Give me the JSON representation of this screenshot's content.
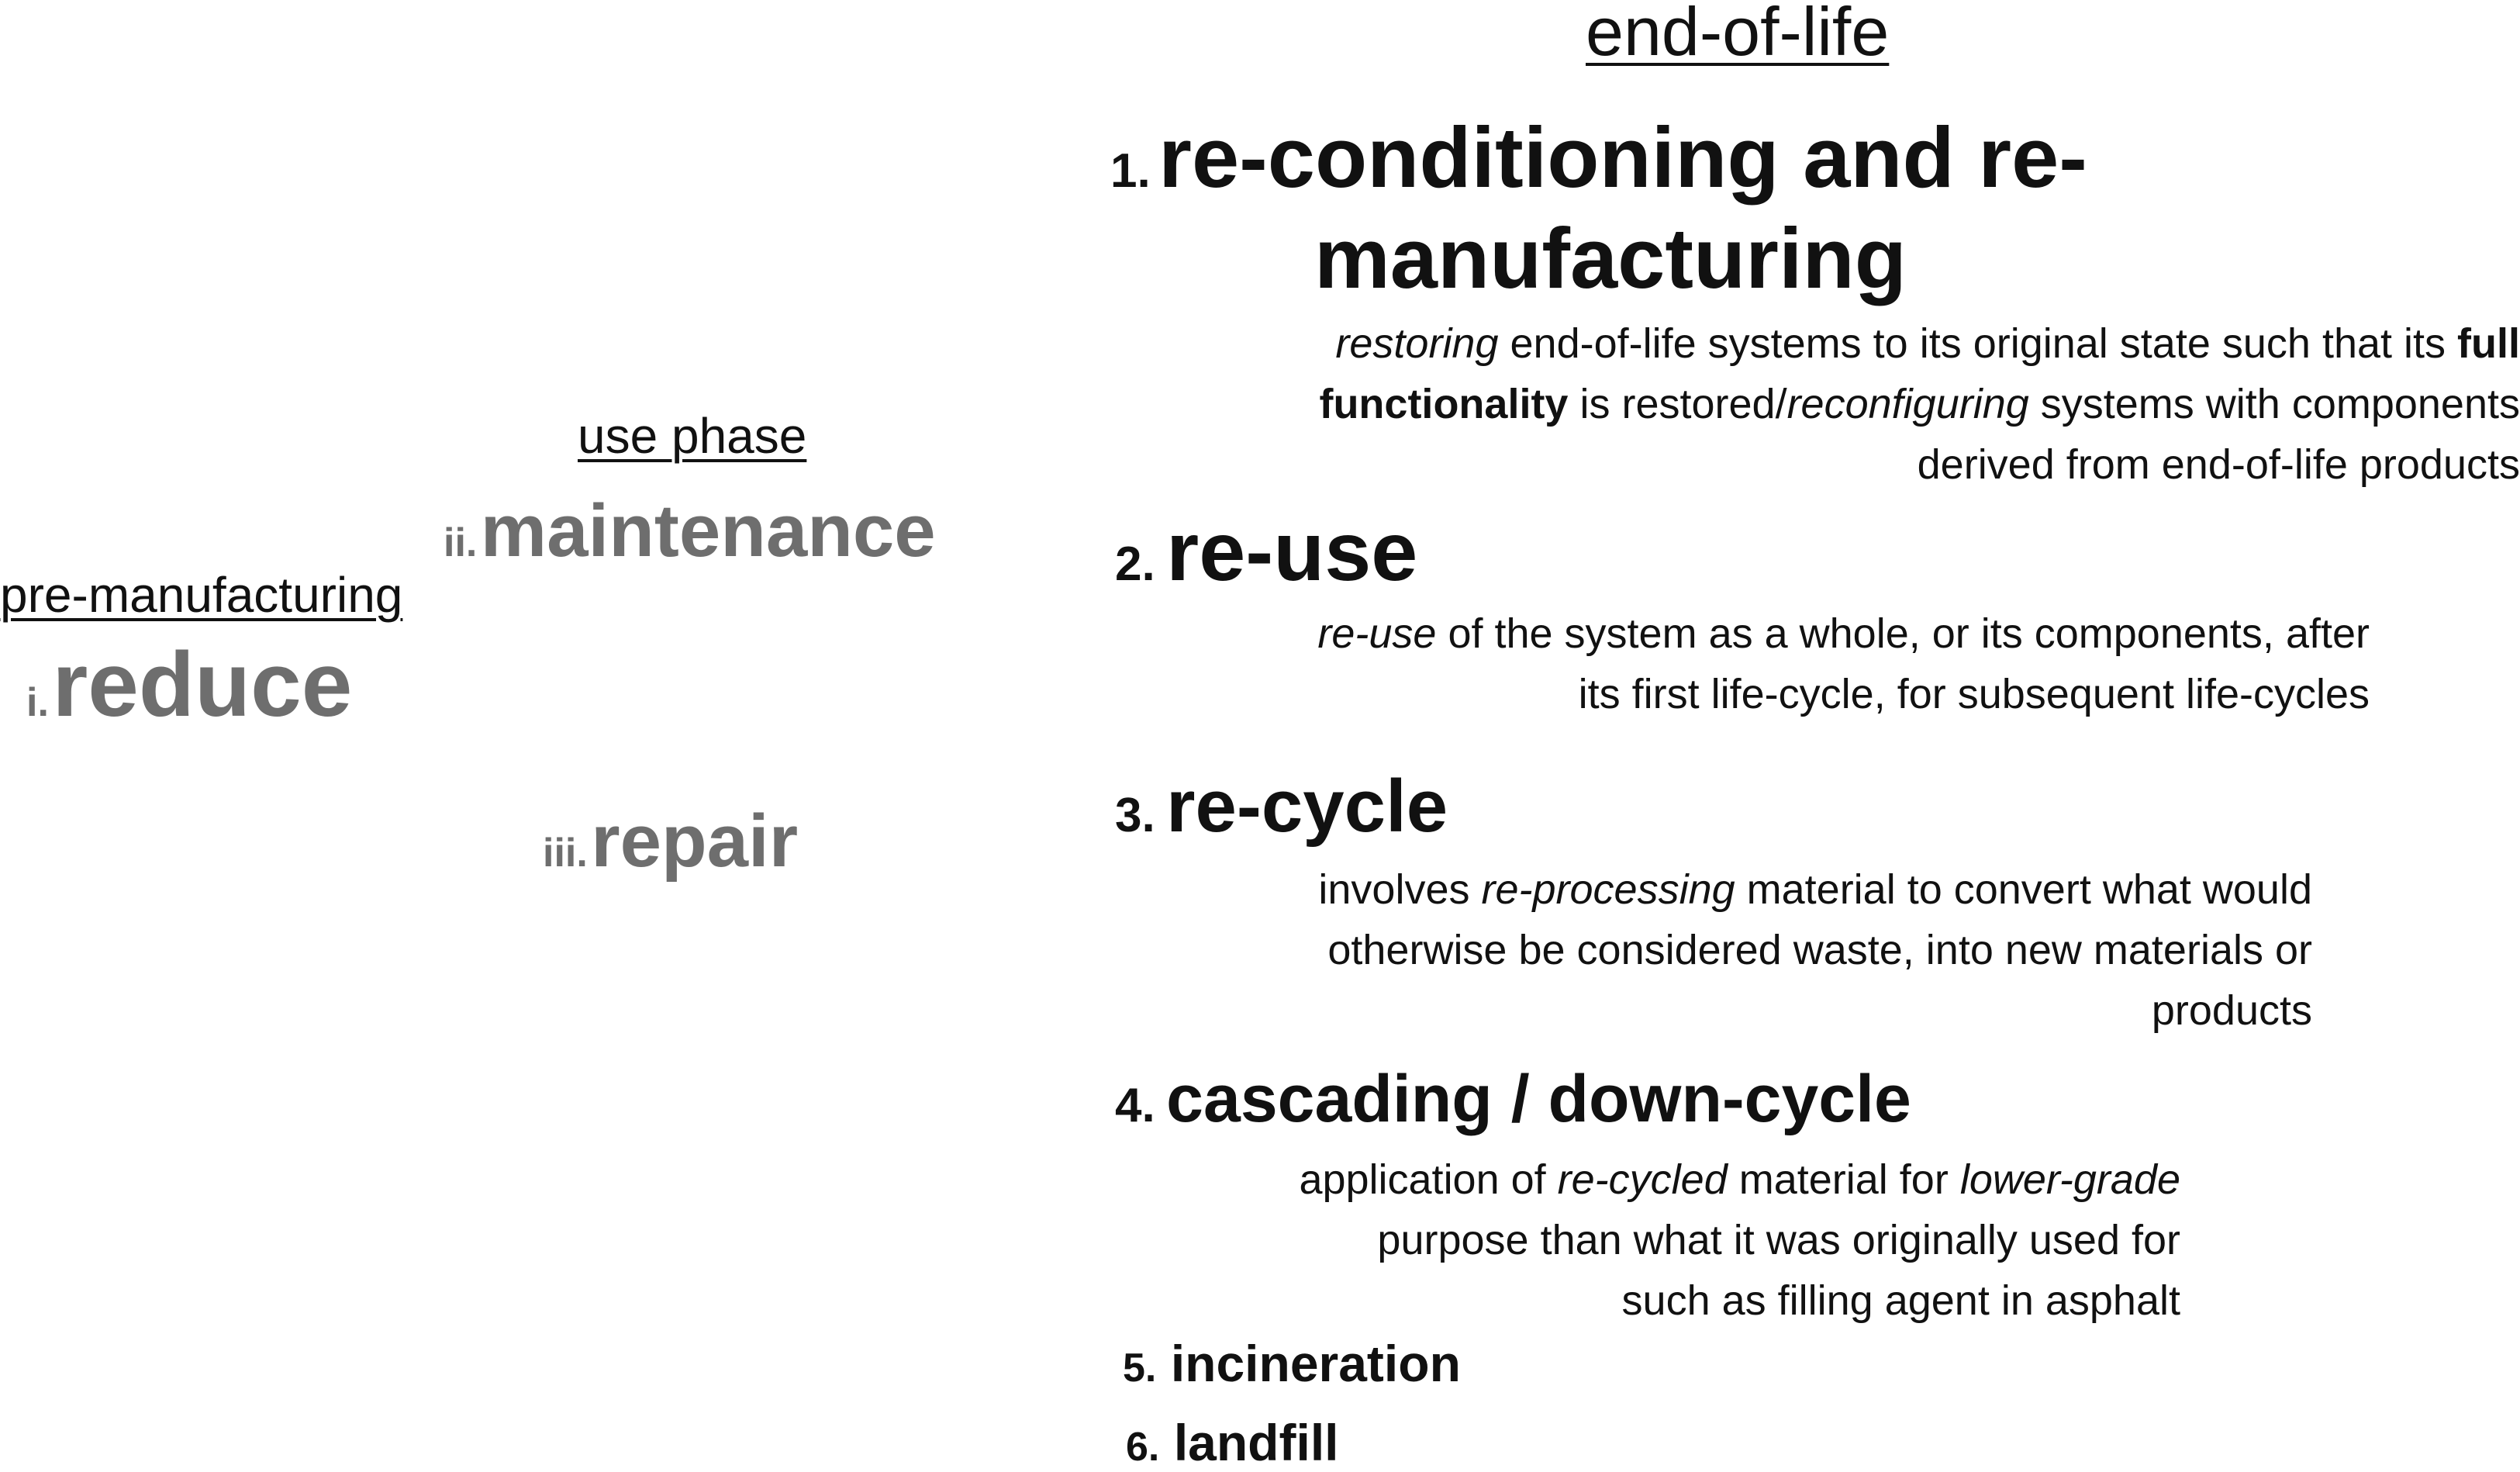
{
  "left": {
    "heading": "pre-manufacturing",
    "item": {
      "number": "i.",
      "title": "reduce"
    }
  },
  "middle": {
    "heading": "use phase",
    "items": [
      {
        "number": "ii.",
        "title": "maintenance"
      },
      {
        "number": "iii.",
        "title": "repair"
      }
    ]
  },
  "eol": {
    "heading": "end-of-life",
    "items": [
      {
        "number": "1.",
        "title_line1": "re-conditioning and re-",
        "title_line2": "manufacturing",
        "desc": {
          "l1_em": "restoring",
          "l1_text": " end-of-life systems to its original state such that its ",
          "l1_strong": "full",
          "l2_strong": "functionality",
          "l2_text1": " is restored/",
          "l2_em": "reconfiguring",
          "l2_text2": " systems with components",
          "l3": "derived from end-of-life products"
        }
      },
      {
        "number": "2.",
        "title": "re-use",
        "desc": {
          "l1_em": "re-use",
          "l1_text": " of the system as a whole, or its components, after",
          "l2": "its first life-cycle, for subsequent life-cycles"
        }
      },
      {
        "number": "3.",
        "title": "re-cycle",
        "desc": {
          "l1_text1": "involves ",
          "l1_em": "re-processing",
          "l1_text2": " material to convert what would",
          "l2": "otherwise be considered waste, into new materials or",
          "l3": "products"
        }
      },
      {
        "number": "4.",
        "title": "cascading / down-cycle",
        "desc": {
          "l1_text1": "application of ",
          "l1_em1": "re-cycled",
          "l1_text2": " material for ",
          "l1_em2": "lower-grade",
          "l2": "purpose than what it was originally used for",
          "l3": "such as filling agent in asphalt"
        }
      },
      {
        "number": "5.",
        "title": "incineration"
      },
      {
        "number": "6.",
        "title": "landfill"
      }
    ]
  }
}
